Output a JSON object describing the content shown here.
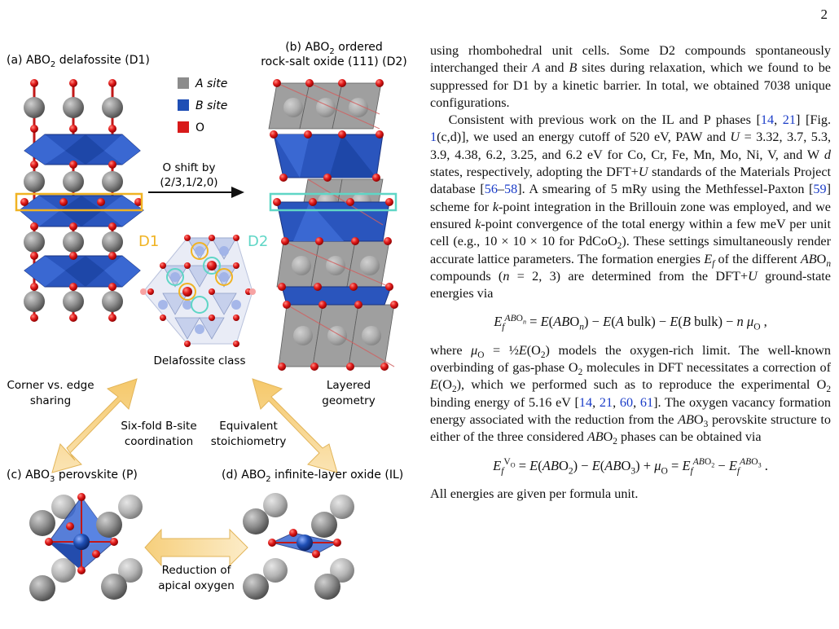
{
  "page": {
    "number": "2"
  },
  "figure": {
    "panel_a": {
      "label": "(a) ABO",
      "sub": "2",
      "rest": " delafossite (D1)"
    },
    "panel_b": {
      "line1": "(b) ABO",
      "sub": "2",
      "line1_rest": " ordered",
      "line2": "rock-salt oxide (111) (D2)"
    },
    "panel_c": {
      "label": "(c) ABO",
      "sub": "3",
      "rest": " perovskite (P)"
    },
    "panel_d": {
      "label": "(d) ABO",
      "sub": "2",
      "rest": " infinite-layer oxide (IL)"
    },
    "legend": {
      "a_site": "A site",
      "b_site": "B site",
      "o": "O"
    },
    "o_shift": {
      "line1": "O shift by",
      "line2": "(2/3,1/2,0)"
    },
    "d1_tag": "D1",
    "d2_tag": "D2",
    "delafossite_class": "Delafossite class",
    "relations": {
      "corner_edge": [
        "Corner vs. edge",
        "sharing"
      ],
      "layered": [
        "Layered",
        "geometry"
      ],
      "six_fold": [
        "Six-fold B-site",
        "coordination"
      ],
      "equivalent": [
        "Equivalent",
        "stoichiometry"
      ],
      "reduction": [
        "Reduction of",
        "apical oxygen"
      ]
    },
    "colors": {
      "a_site": "#8c8c8c",
      "b_site": "#1f4fb5",
      "o": "#d81a1a",
      "d1": "#f0b323",
      "d2": "#5fd6c6",
      "arrow": "#f7cf7a"
    }
  },
  "text": {
    "p1": "using rhombohedral unit cells. Some D2 compounds spontaneously interchanged their A and B sites during relaxation, which we found to be suppressed for D1 by a kinetic barrier. In total, we obtained 7038 unique configurations.",
    "p2": "Consistent with previous work on the IL and P phases [14, 21] [Fig. 1(c,d)], we used an energy cutoff of 520 eV, PAW and U = 3.32, 3.7, 5.3, 3.9, 4.38, 6.2, 3.25, and 6.2 eV for Co, Cr, Fe, Mn, Mo, Ni, V, and W d states, respectively, adopting the DFT+U standards of the Materials Project database [56–58]. A smearing of 5 mRy using the Methfessel-Paxton [59] scheme for k-point integration in the Brillouin zone was employed, and we ensured k-point convergence of the total energy within a few meV per unit cell (e.g., 10 × 10 × 10 for PdCoO2). These settings simultaneously render accurate lattice parameters. The formation energies Ef of the different ABOn compounds (n = 2, 3) are determined from the DFT+U ground-state energies via",
    "eq1": "Ef^ABOn = E(ABOn) − E(A bulk) − E(B bulk) − n μO ,",
    "p3": "where μO = ½E(O2) models the oxygen-rich limit. The well-known overbinding of gas-phase O2 molecules in DFT necessitates a correction of E(O2), which we performed such as to reproduce the experimental O2 binding energy of 5.16 eV [14, 21, 60, 61]. The oxygen vacancy formation energy associated with the reduction from the ABO3 perovskite structure to either of the three considered ABO2 phases can be obtained via",
    "eq2": "Ef^VO = E(ABO2) − E(ABO3) + μO = Ef^ABO2 − Ef^ABO3 .",
    "p4": "All energies are given per formula unit."
  }
}
